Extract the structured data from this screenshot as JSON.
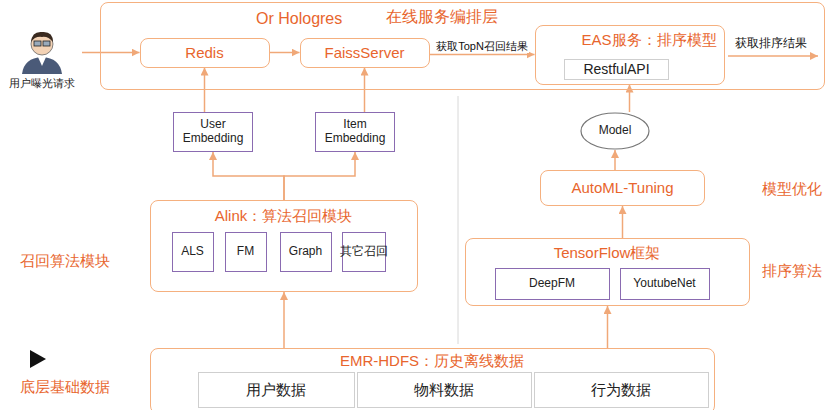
{
  "diagram": {
    "nodes": [
      {
        "text": [
          "用户曝光请求"
        ]
      },
      {
        "text": [
          "Or Hologres",
          "在线服务编排层"
        ]
      },
      {
        "text": [
          "Redis"
        ],
        "in": 1
      },
      {
        "text": [
          "FaissServer"
        ],
        "in": 1
      },
      {
        "text": [
          "EAS服务：排序模型"
        ],
        "in": 1
      },
      {
        "text": [
          "RestfulAPI"
        ],
        "in": 4
      },
      {
        "text": [
          "User Embedding"
        ]
      },
      {
        "text": [
          "Item Embedding"
        ]
      },
      {
        "text": [
          "Model"
        ]
      },
      {
        "text": [
          "AutoML-Tuning"
        ]
      },
      {
        "text": [
          "Alink：算法召回模块"
        ]
      },
      {
        "text": [
          "ALS"
        ],
        "in": 10
      },
      {
        "text": [
          "FM"
        ],
        "in": 10
      },
      {
        "text": [
          "Graph"
        ],
        "in": 10
      },
      {
        "text": [
          "其它召回"
        ],
        "in": 10
      },
      {
        "text": [
          "TensorFlow框架"
        ]
      },
      {
        "text": [
          "DeepFM"
        ],
        "in": 15
      },
      {
        "text": [
          "YoutubeNet"
        ],
        "in": 15
      },
      {
        "text": [
          "EMR-HDFS：历史离线数据"
        ]
      },
      {
        "text": [
          "用户数据"
        ],
        "in": 18
      },
      {
        "text": [
          "物料数据"
        ],
        "in": 18
      },
      {
        "text": [
          "行为数据"
        ],
        "in": 18
      }
    ],
    "edges": [
      {
        "from": 0,
        "to": 2,
        "arrow": "to"
      },
      {
        "from": 2,
        "to": 3,
        "arrow": "to"
      },
      {
        "from": 3,
        "to": 4,
        "label": "获取TopN召回结果",
        "arrow": "to"
      },
      {
        "from": 6,
        "to": 2,
        "arrow": "to"
      },
      {
        "from": 7,
        "to": 3,
        "arrow": "to"
      },
      {
        "from": 10,
        "to": 6,
        "arrow": "to"
      },
      {
        "from": 10,
        "to": 7,
        "arrow": "to"
      },
      {
        "from": 8,
        "to": 4,
        "arrow": "to"
      },
      {
        "from": 9,
        "to": 8,
        "arrow": "to"
      },
      {
        "from": 15,
        "to": 9,
        "arrow": "to"
      },
      {
        "from": 18,
        "to": 10,
        "arrow": "to"
      },
      {
        "from": 18,
        "to": 15,
        "arrow": "to"
      }
    ],
    "labels": [
      "获取排序结果",
      "模型优化",
      "召回算法模块",
      "排序算法",
      "底层基础数据"
    ]
  }
}
